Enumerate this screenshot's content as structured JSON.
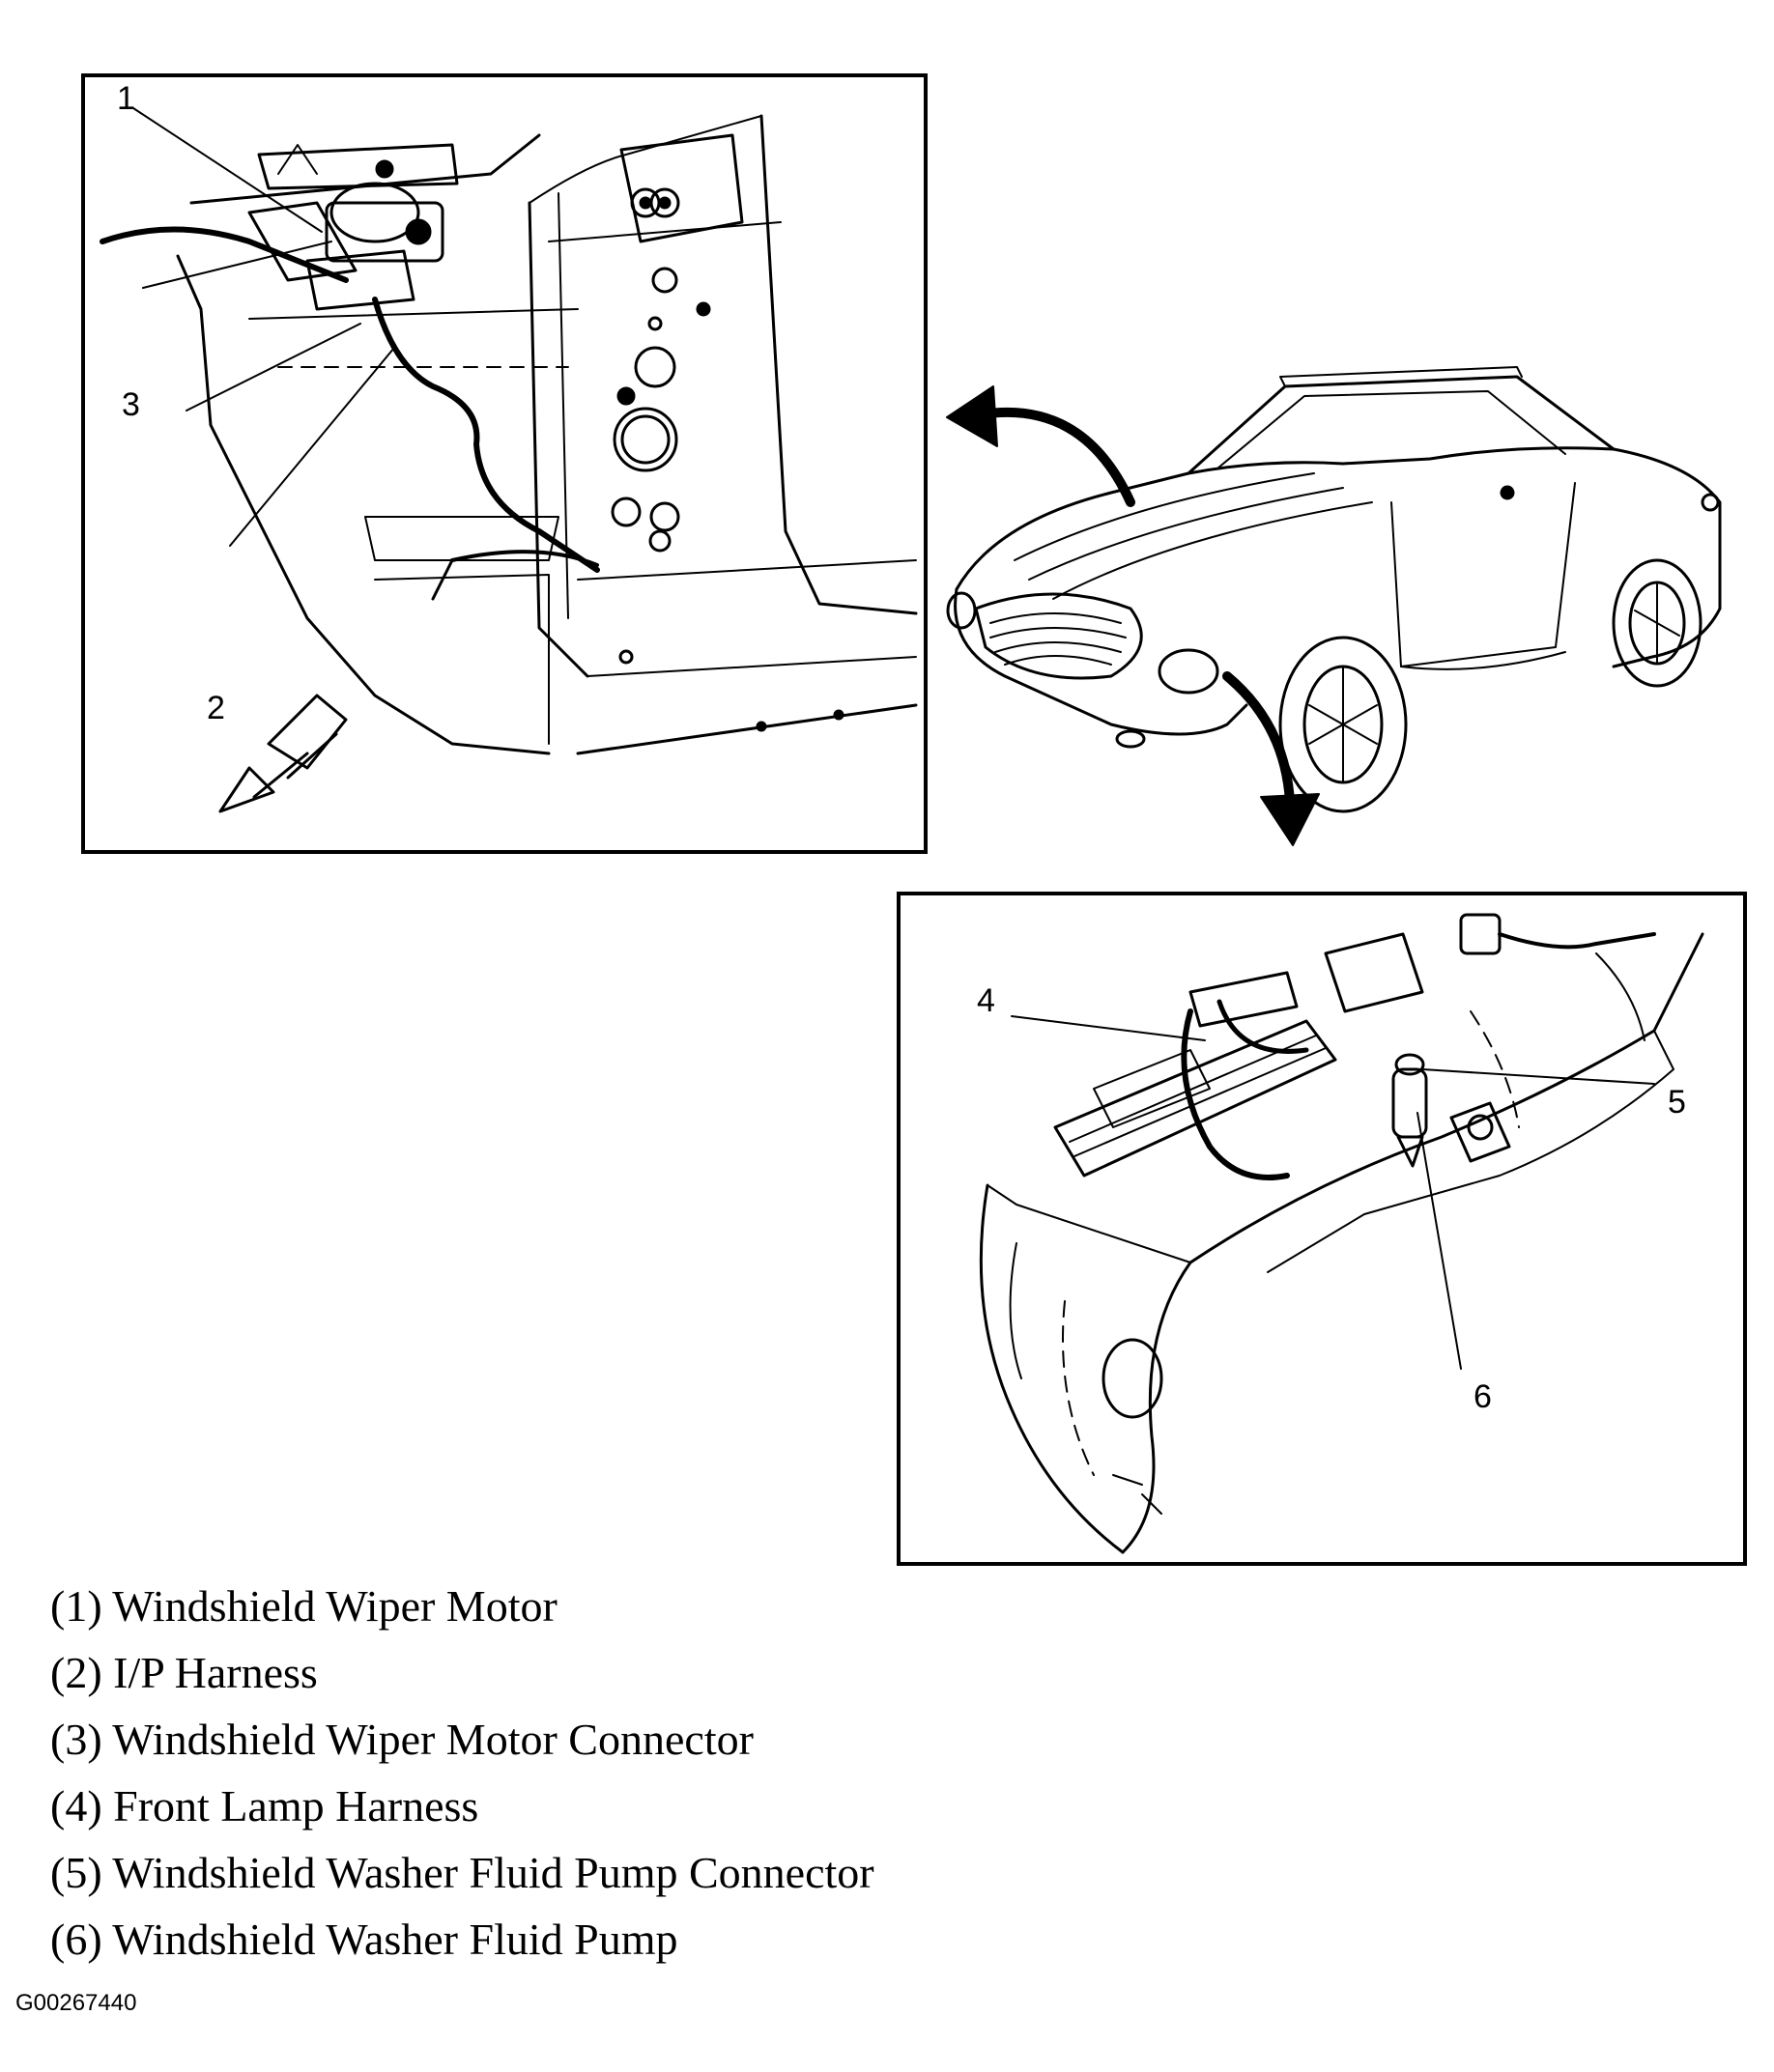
{
  "callouts": {
    "c1": "1",
    "c2": "2",
    "c3": "3",
    "c4": "4",
    "c5": "5",
    "c6": "6"
  },
  "legend": [
    "(1) Windshield Wiper Motor",
    "(2) I/P Harness",
    "(3) Windshield Wiper Motor Connector",
    "(4) Front Lamp Harness",
    "(5) Windshield Washer Fluid Pump Connector",
    "(6) Windshield Washer Fluid Pump"
  ],
  "figure_id": "G00267440"
}
